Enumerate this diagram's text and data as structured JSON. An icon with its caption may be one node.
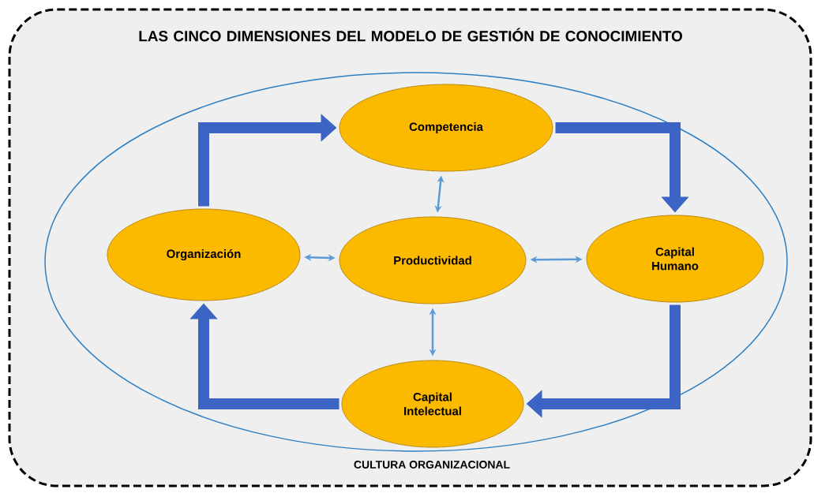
{
  "diagram": {
    "title": "LAS CINCO DIMENSIONES  DEL MODELO DE GESTIÓN DE CONOCIMIENTO",
    "nodes": [
      {
        "text": [
          "CULTURA ORGANIZACIONAL"
        ]
      },
      {
        "text": [
          "Competencia"
        ],
        "in": 0
      },
      {
        "text": [
          "Organización"
        ],
        "in": 0
      },
      {
        "text": [
          "Productividad"
        ],
        "in": 0
      },
      {
        "text": [
          "Capital Humano"
        ],
        "in": 0
      },
      {
        "text": [
          "Capital Intelectual"
        ],
        "in": 0
      }
    ],
    "edges": [
      {
        "from": 2,
        "to": 1,
        "arrow": "to",
        "style": "thick",
        "color": "#3b64c4"
      },
      {
        "from": 1,
        "to": 4,
        "arrow": "to",
        "style": "thick",
        "color": "#3b64c4"
      },
      {
        "from": 4,
        "to": 5,
        "arrow": "to",
        "style": "thick",
        "color": "#3b64c4"
      },
      {
        "from": 5,
        "to": 2,
        "arrow": "to",
        "style": "thick",
        "color": "#3b64c4"
      },
      {
        "from": 3,
        "to": 1,
        "arrow": "both"
      },
      {
        "from": 2,
        "to": 3,
        "arrow": "both"
      },
      {
        "from": 3,
        "to": 4,
        "arrow": "both"
      },
      {
        "from": 3,
        "to": 5,
        "arrow": "both"
      }
    ]
  }
}
